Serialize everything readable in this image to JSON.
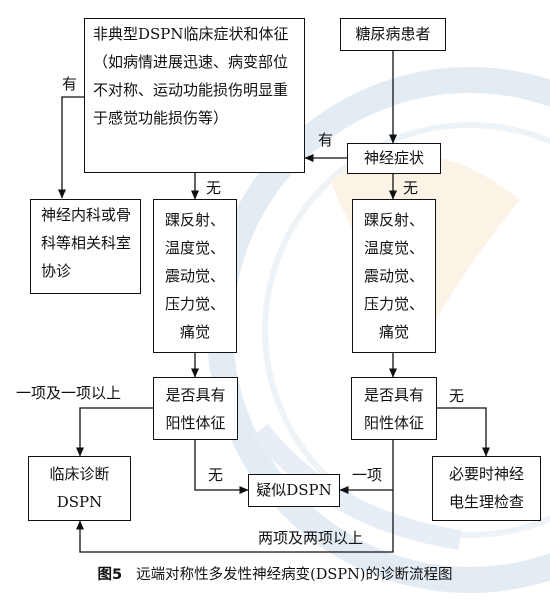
{
  "nodes": {
    "atypical": "非典型DSPN临床症状和体征（如病情进展迅速、病变部位不对称、运动功能损伤明显重于感觉功能损伤等）",
    "diabetes": "糖尿病患者",
    "neuro_symptom": "神经症状",
    "referral": "神经内科或骨科等相关科室协诊",
    "tests_left": "踝反射、温度觉、震动觉、压力觉、痛觉",
    "tests_right": "踝反射、温度觉、震动觉、压力觉、痛觉",
    "positive_left": "是否具有阳性体征",
    "positive_right": "是否具有阳性体征",
    "clinical_dx": "临床诊断DSPN",
    "suspect": "疑似DSPN",
    "emg": "必要时神经电生理检查"
  },
  "edge_labels": {
    "atypical_yes": "有",
    "symptom_yes": "有",
    "atypical_no": "无",
    "symptom_no": "无",
    "one_or_more": "一项及一项以上",
    "left_none": "无",
    "right_none": "无",
    "right_one": "一项",
    "two_or_more": "两项及两项以上"
  },
  "caption": {
    "label": "图5",
    "text": "远端对称性多发性神经病变(DSPN)的诊断流程图"
  }
}
